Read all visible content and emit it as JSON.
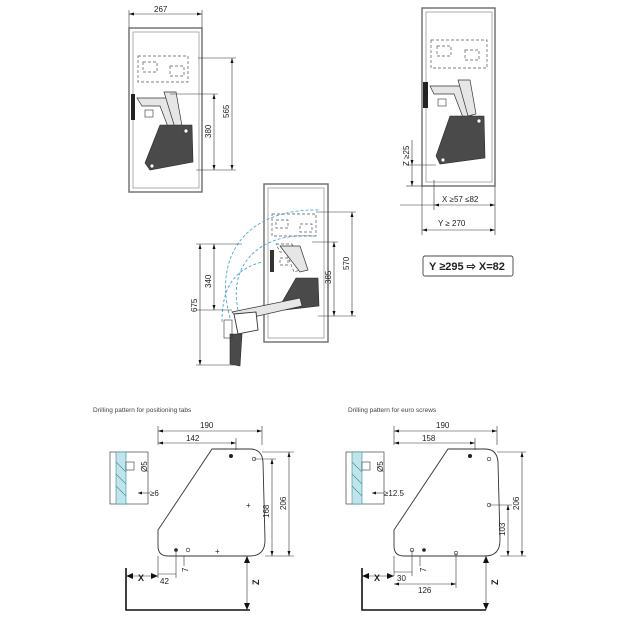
{
  "diagram": {
    "top_left": {
      "width": "267",
      "height_a": "380",
      "height_b": "565"
    },
    "top_right": {
      "z": "Z ≥25",
      "x": "X ≥57 ≤82",
      "y": "Y ≥ 270"
    },
    "formula": "Y ≥295 ⇨ X=82",
    "center": {
      "left_a": "340",
      "left_b": "675",
      "right_a": "385",
      "right_b": "570"
    },
    "bottom_left": {
      "caption": "Drilling pattern for positioning tabs",
      "w1": "190",
      "w2": "142",
      "d1": "Ø5",
      "d2": "≥6",
      "h1": "168",
      "h2": "206",
      "b1": "7",
      "b2": "42",
      "x_label": "X",
      "z_label": "Z"
    },
    "bottom_right": {
      "caption": "Drilling pattern for euro screws",
      "w1": "190",
      "w2": "158",
      "d1": "Ø5",
      "d2": "≥12.5",
      "h1": "103",
      "h2": "206",
      "b1": "7",
      "b2": "30",
      "b3": "126",
      "x_label": "X",
      "z_label": "Z"
    }
  }
}
